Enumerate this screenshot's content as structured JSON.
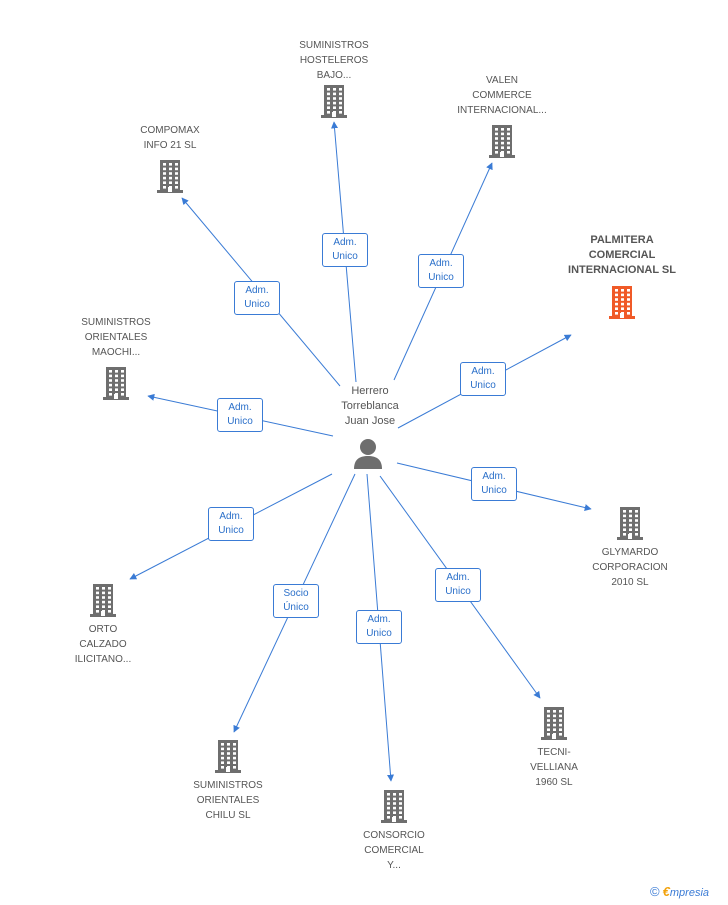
{
  "center": {
    "name_lines": [
      "Herrero",
      "Torreblanca",
      "Juan Jose"
    ]
  },
  "colors": {
    "edge": "#3a7bd5",
    "building": "#6e6e6e",
    "highlight": "#f05a28"
  },
  "nodes": [
    {
      "id": "suministros-hosteleros",
      "lines": [
        "SUMINISTROS",
        "HOSTELEROS",
        "BAJO..."
      ],
      "relation": [
        "Adm.",
        "Unico"
      ],
      "highlight": false
    },
    {
      "id": "valen-commerce",
      "lines": [
        "VALEN",
        "COMMERCE",
        "INTERNACIONAL..."
      ],
      "relation": [
        "Adm.",
        "Unico"
      ],
      "highlight": false
    },
    {
      "id": "compomax",
      "lines": [
        "COMPOMAX",
        "INFO 21 SL"
      ],
      "relation": [
        "Adm.",
        "Unico"
      ],
      "highlight": false
    },
    {
      "id": "palmitera",
      "lines": [
        "PALMITERA",
        "COMERCIAL",
        "INTERNACIONAL SL"
      ],
      "relation": [
        "Adm.",
        "Unico"
      ],
      "highlight": true
    },
    {
      "id": "suministros-orientales-maochi",
      "lines": [
        "SUMINISTROS",
        "ORIENTALES",
        "MAOCHI..."
      ],
      "relation": [
        "Adm.",
        "Unico"
      ],
      "highlight": false
    },
    {
      "id": "glymardo",
      "lines": [
        "GLYMARDO",
        "CORPORACION",
        "2010 SL"
      ],
      "relation": [
        "Adm.",
        "Unico"
      ],
      "highlight": false
    },
    {
      "id": "orto-calzado",
      "lines": [
        "ORTO",
        "CALZADO",
        "ILICITANO..."
      ],
      "relation": [
        "Adm.",
        "Unico"
      ],
      "highlight": false
    },
    {
      "id": "tecni-velliana",
      "lines": [
        "TECNI-",
        "VELLIANA",
        "1960 SL"
      ],
      "relation": [
        "Adm.",
        "Unico"
      ],
      "highlight": false
    },
    {
      "id": "suministros-orientales-chilu",
      "lines": [
        "SUMINISTROS",
        "ORIENTALES",
        "CHILU SL"
      ],
      "relation": [
        "Socio",
        "Único"
      ],
      "highlight": false
    },
    {
      "id": "consorcio-comercial",
      "lines": [
        "CONSORCIO",
        "COMERCIAL",
        "Y..."
      ],
      "relation": [
        "Adm.",
        "Unico"
      ],
      "highlight": false
    }
  ],
  "footer": {
    "copyright_symbol": "©",
    "brand_initial": "€",
    "brand_rest": "mpresia"
  }
}
